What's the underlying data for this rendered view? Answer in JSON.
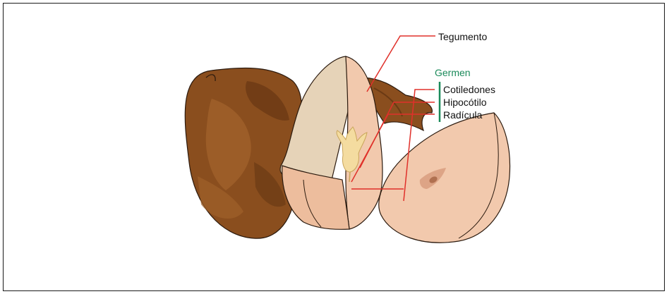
{
  "labels": {
    "tegumento": "Tegumento",
    "germen": "Germen",
    "cotiledones": "Cotiledones",
    "hipocotilo": "Hipocótilo",
    "radicula": "Radícula"
  },
  "colors": {
    "leader_line": "#e0302a",
    "germen_bracket": "#1a8a5a",
    "seed_coat": "#8a4e1e",
    "seed_coat_dark": "#6b3a14",
    "cotyledon_light": "#f2c9ad",
    "cotyledon_shadow": "#e7b394",
    "endosperm_beige": "#e6d3b8",
    "embryo": "#f4dca0"
  }
}
